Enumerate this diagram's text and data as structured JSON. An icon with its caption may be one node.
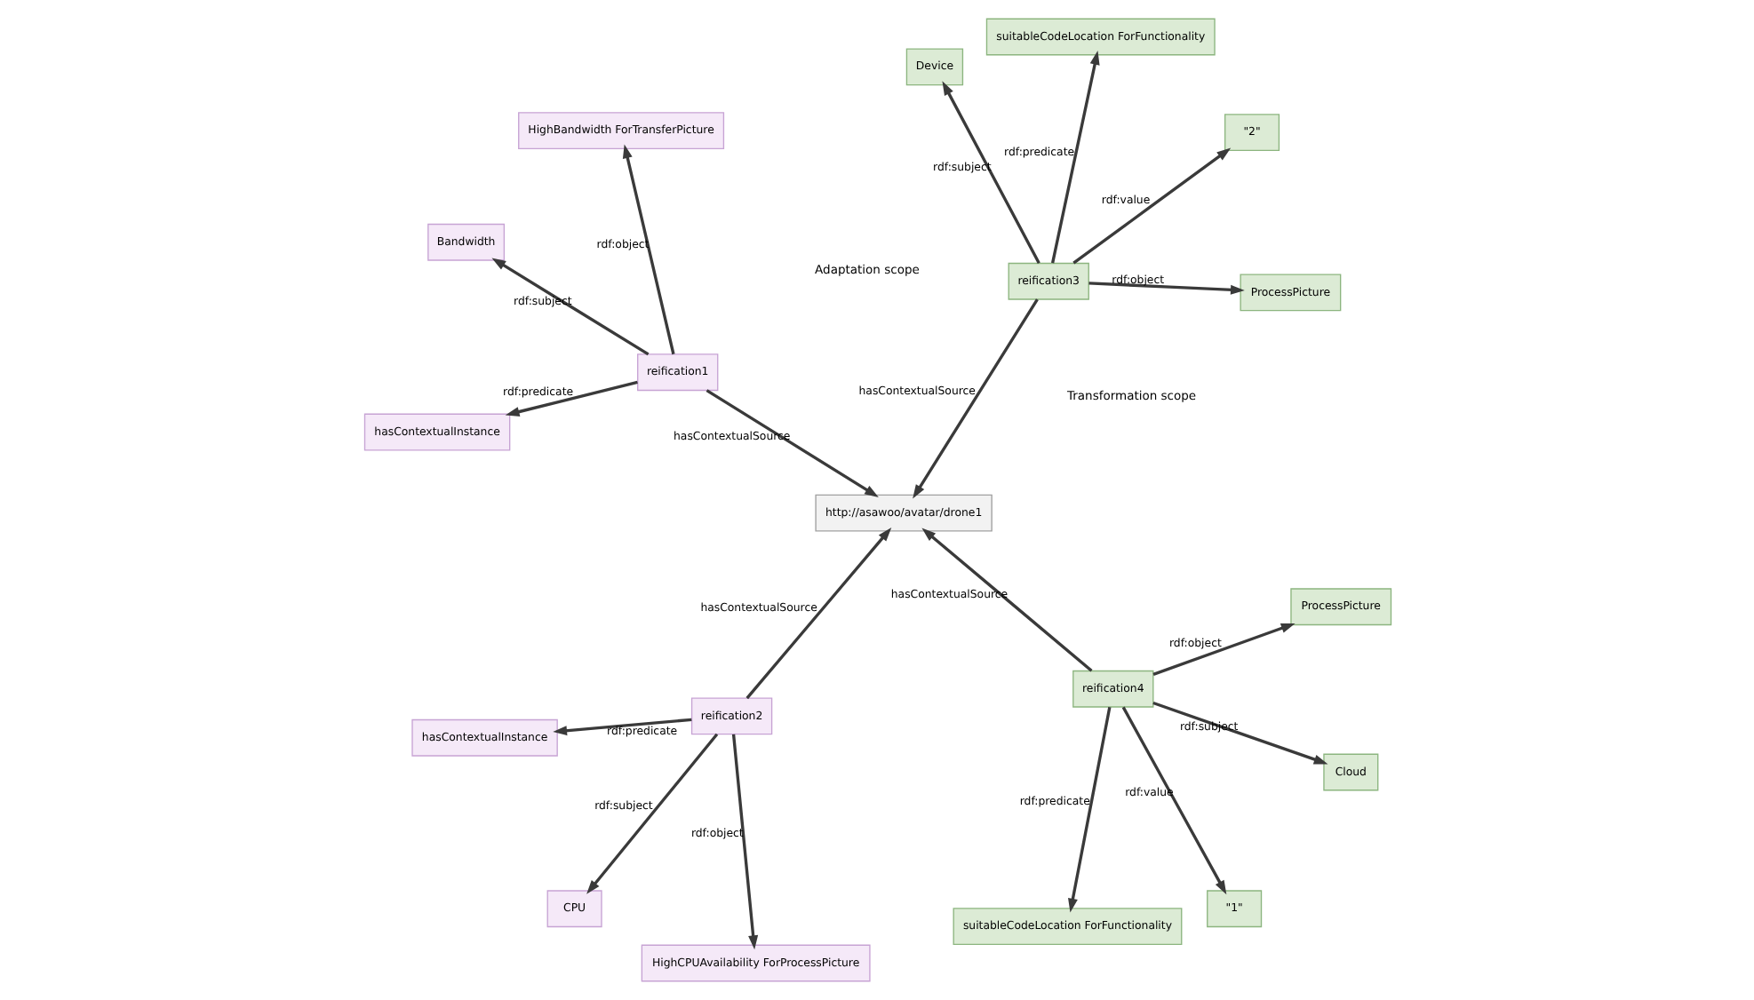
{
  "diagram": {
    "nodes": [
      {
        "text": [
          "hasContextualInstance"
        ]
      },
      {
        "text": [
          "HighBandwidth ForTransferPicture"
        ]
      },
      {
        "text": [
          "CPU"
        ]
      },
      {
        "text": [
          "reification1"
        ]
      },
      {
        "text": [
          "reification2"
        ]
      },
      {
        "text": [
          "Bandwidth"
        ]
      },
      {
        "text": [
          "hasContextualInstance"
        ]
      },
      {
        "text": [
          "HighCPUAvailability ForProcessPicture"
        ]
      },
      {
        "text": [
          "http://asawoo/avatar/drone1"
        ]
      },
      {
        "text": [
          "reification3"
        ]
      },
      {
        "text": [
          "reification4"
        ]
      },
      {
        "text": [
          "Device"
        ]
      },
      {
        "text": [
          "Cloud"
        ]
      },
      {
        "text": [
          "\"2\""
        ]
      },
      {
        "text": [
          "suitableCodeLocation ForFunctionality"
        ]
      },
      {
        "text": [
          "ProcessPicture"
        ]
      },
      {
        "text": [
          "\"1\""
        ]
      },
      {
        "text": [
          "ProcessPicture"
        ]
      },
      {
        "text": [
          "suitableCodeLocation ForFunctionality"
        ]
      }
    ],
    "edges": [
      {
        "from": 3,
        "to": 0,
        "arrow": "to",
        "label": "rdf:predicate"
      },
      {
        "from": 3,
        "to": 1,
        "arrow": "to",
        "label": "rdf:object"
      },
      {
        "from": 3,
        "to": 5,
        "arrow": "to",
        "label": "rdf:subject"
      },
      {
        "from": 3,
        "to": 8,
        "arrow": "to",
        "label": "hasContextualSource"
      },
      {
        "from": 4,
        "to": 2,
        "arrow": "to",
        "label": "rdf:subject"
      },
      {
        "from": 4,
        "to": 6,
        "arrow": "to",
        "label": "rdf:predicate"
      },
      {
        "from": 4,
        "to": 7,
        "arrow": "to",
        "label": "rdf:object"
      },
      {
        "from": 4,
        "to": 8,
        "arrow": "to",
        "label": "hasContextualSource"
      },
      {
        "from": 9,
        "to": 8,
        "arrow": "to",
        "label": "hasContextualSource"
      },
      {
        "from": 9,
        "to": 11,
        "arrow": "to",
        "label": "rdf:subject"
      },
      {
        "from": 9,
        "to": 14,
        "arrow": "to",
        "label": "rdf:predicate"
      },
      {
        "from": 9,
        "to": 15,
        "arrow": "to",
        "label": "rdf:object"
      },
      {
        "from": 9,
        "to": 13,
        "arrow": "to",
        "label": "rdf:value"
      },
      {
        "from": 10,
        "to": 8,
        "arrow": "to",
        "label": "hasContextualSource"
      },
      {
        "from": 10,
        "to": 12,
        "arrow": "to",
        "label": "rdf:subject"
      },
      {
        "from": 10,
        "to": 18,
        "arrow": "to",
        "label": "rdf:predicate"
      },
      {
        "from": 10,
        "to": 17,
        "arrow": "to",
        "label": "rdf:object"
      },
      {
        "from": 10,
        "to": 16,
        "arrow": "to",
        "label": "rdf:value"
      }
    ],
    "labels": [
      "Transformation scope",
      "Adaptation scope"
    ]
  }
}
